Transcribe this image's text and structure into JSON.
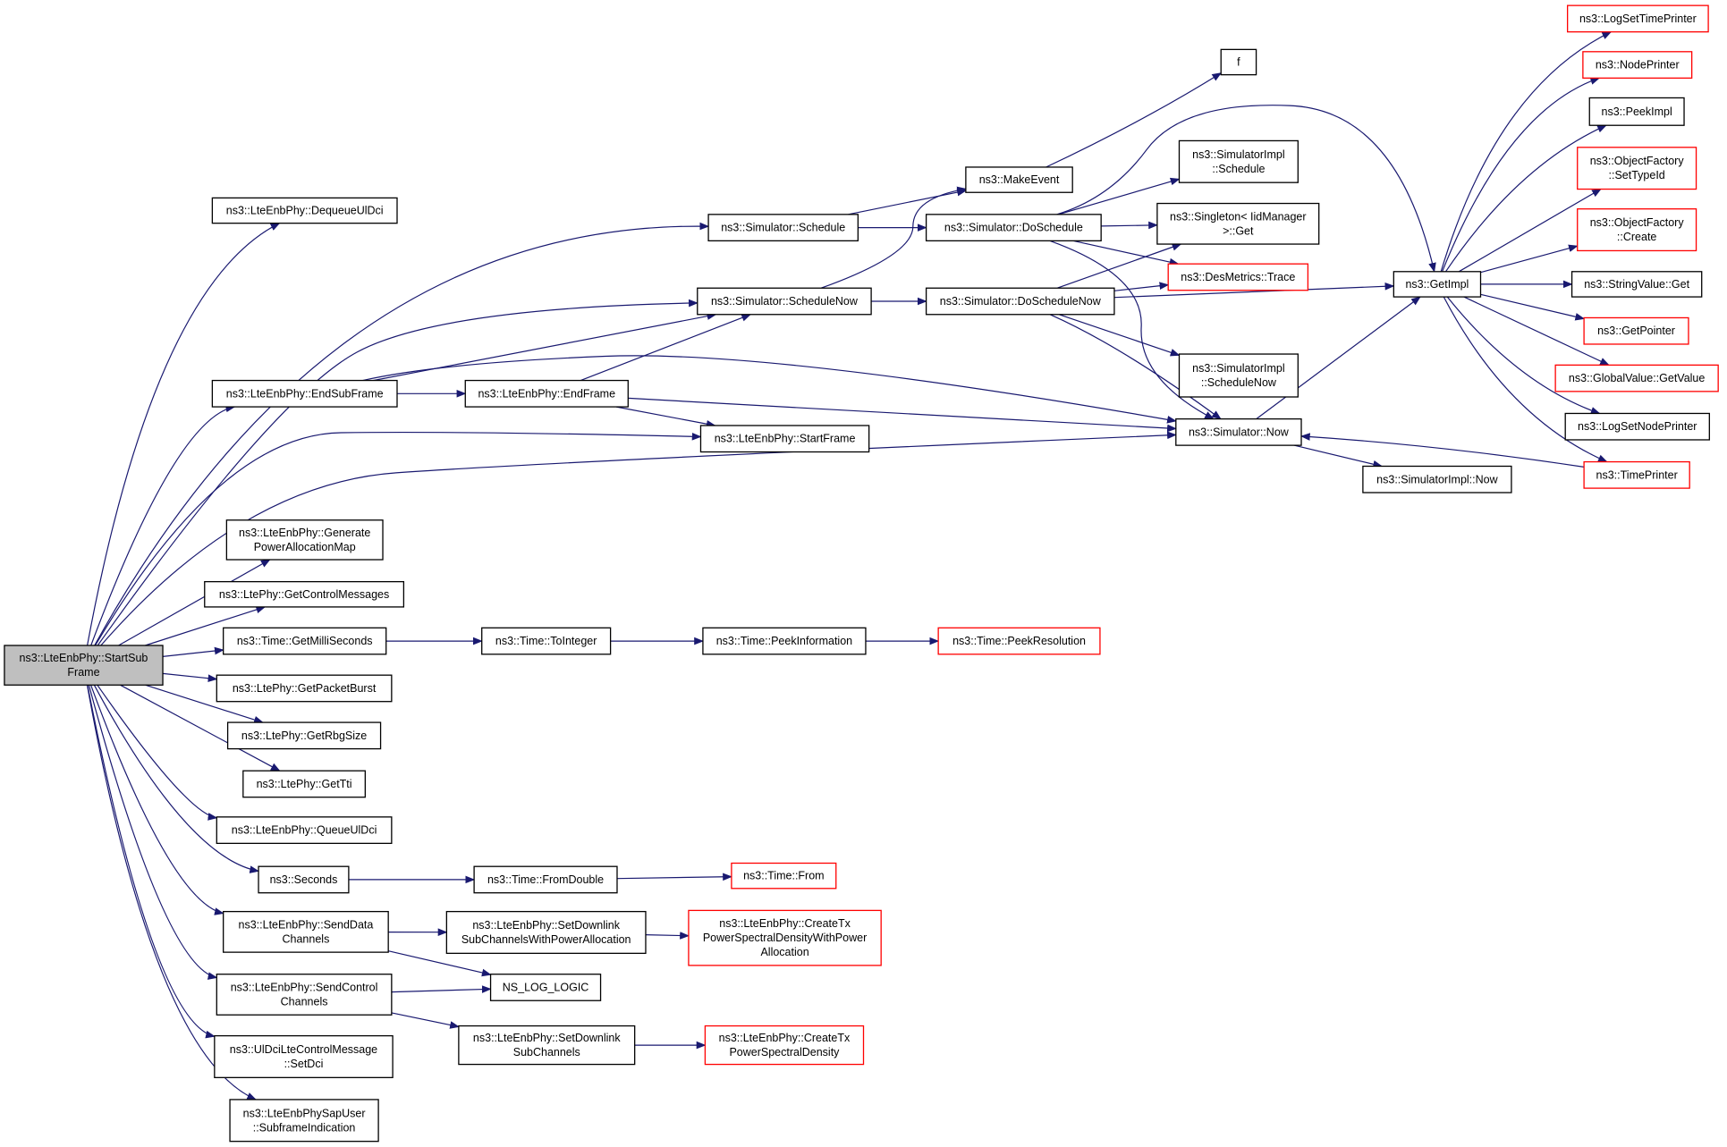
{
  "nodes": [
    {
      "id": "root",
      "lines": [
        "ns3::LteEnbPhy::StartSub",
        "Frame"
      ],
      "status": "root"
    },
    {
      "id": "dequeue",
      "lines": [
        "ns3::LteEnbPhy::DequeueUlDci"
      ],
      "status": "normal"
    },
    {
      "id": "endSubFrame",
      "lines": [
        "ns3::LteEnbPhy::EndSubFrame"
      ],
      "status": "normal"
    },
    {
      "id": "genPower",
      "lines": [
        "ns3::LteEnbPhy::Generate",
        "PowerAllocationMap"
      ],
      "status": "normal"
    },
    {
      "id": "getCtrlMsg",
      "lines": [
        "ns3::LtePhy::GetControlMessages"
      ],
      "status": "normal"
    },
    {
      "id": "getMilli",
      "lines": [
        "ns3::Time::GetMilliSeconds"
      ],
      "status": "normal"
    },
    {
      "id": "getPacketBurst",
      "lines": [
        "ns3::LtePhy::GetPacketBurst"
      ],
      "status": "normal"
    },
    {
      "id": "getRbg",
      "lines": [
        "ns3::LtePhy::GetRbgSize"
      ],
      "status": "normal"
    },
    {
      "id": "getTti",
      "lines": [
        "ns3::LtePhy::GetTti"
      ],
      "status": "normal"
    },
    {
      "id": "queueUl",
      "lines": [
        "ns3::LteEnbPhy::QueueUlDci"
      ],
      "status": "normal"
    },
    {
      "id": "seconds",
      "lines": [
        "ns3::Seconds"
      ],
      "status": "normal"
    },
    {
      "id": "sendData",
      "lines": [
        "ns3::LteEnbPhy::SendData",
        "Channels"
      ],
      "status": "normal"
    },
    {
      "id": "sendCtrl",
      "lines": [
        "ns3::LteEnbPhy::SendControl",
        "Channels"
      ],
      "status": "normal"
    },
    {
      "id": "setDci",
      "lines": [
        "ns3::UlDciLteControlMessage",
        "::SetDci"
      ],
      "status": "normal"
    },
    {
      "id": "subframeInd",
      "lines": [
        "ns3::LteEnbPhySapUser",
        "::SubframeIndication"
      ],
      "status": "normal"
    },
    {
      "id": "schedule",
      "lines": [
        "ns3::Simulator::Schedule"
      ],
      "status": "normal"
    },
    {
      "id": "scheduleNow",
      "lines": [
        "ns3::Simulator::ScheduleNow"
      ],
      "status": "normal"
    },
    {
      "id": "endFrame",
      "lines": [
        "ns3::LteEnbPhy::EndFrame"
      ],
      "status": "normal"
    },
    {
      "id": "startFrame",
      "lines": [
        "ns3::LteEnbPhy::StartFrame"
      ],
      "status": "normal"
    },
    {
      "id": "toInteger",
      "lines": [
        "ns3::Time::ToInteger"
      ],
      "status": "normal"
    },
    {
      "id": "peekInfo",
      "lines": [
        "ns3::Time::PeekInformation"
      ],
      "status": "normal"
    },
    {
      "id": "peekRes",
      "lines": [
        "ns3::Time::PeekResolution"
      ],
      "status": "red"
    },
    {
      "id": "fromDouble",
      "lines": [
        "ns3::Time::FromDouble"
      ],
      "status": "normal"
    },
    {
      "id": "timeFrom",
      "lines": [
        "ns3::Time::From"
      ],
      "status": "red"
    },
    {
      "id": "setDlPower",
      "lines": [
        "ns3::LteEnbPhy::SetDownlink",
        "SubChannelsWithPowerAllocation"
      ],
      "status": "normal"
    },
    {
      "id": "createTxPower",
      "lines": [
        "ns3::LteEnbPhy::CreateTx",
        "PowerSpectralDensityWithPower",
        "Allocation"
      ],
      "status": "red"
    },
    {
      "id": "nsLog",
      "lines": [
        "NS_LOG_LOGIC"
      ],
      "status": "normal"
    },
    {
      "id": "setDl",
      "lines": [
        "ns3::LteEnbPhy::SetDownlink",
        "SubChannels"
      ],
      "status": "normal"
    },
    {
      "id": "createTxPsd",
      "lines": [
        "ns3::LteEnbPhy::CreateTx",
        "PowerSpectralDensity"
      ],
      "status": "red"
    },
    {
      "id": "makeEvent",
      "lines": [
        "ns3::MakeEvent"
      ],
      "status": "normal"
    },
    {
      "id": "f",
      "lines": [
        "f"
      ],
      "status": "normal"
    },
    {
      "id": "doSchedule",
      "lines": [
        "ns3::Simulator::DoSchedule"
      ],
      "status": "normal"
    },
    {
      "id": "doScheduleNow",
      "lines": [
        "ns3::Simulator::DoScheduleNow"
      ],
      "status": "normal"
    },
    {
      "id": "simImplSchedule",
      "lines": [
        "ns3::SimulatorImpl",
        "::Schedule"
      ],
      "status": "normal"
    },
    {
      "id": "singleton",
      "lines": [
        "ns3::Singleton< IidManager",
        ">::Get"
      ],
      "status": "normal"
    },
    {
      "id": "desTrace",
      "lines": [
        "ns3::DesMetrics::Trace"
      ],
      "status": "red"
    },
    {
      "id": "simImplScheduleNow",
      "lines": [
        "ns3::SimulatorImpl",
        "::ScheduleNow"
      ],
      "status": "normal"
    },
    {
      "id": "simNow",
      "lines": [
        "ns3::Simulator::Now"
      ],
      "status": "normal"
    },
    {
      "id": "simImplNow",
      "lines": [
        "ns3::SimulatorImpl::Now"
      ],
      "status": "normal"
    },
    {
      "id": "getImpl",
      "lines": [
        "ns3::GetImpl"
      ],
      "status": "normal"
    },
    {
      "id": "logSetTime",
      "lines": [
        "ns3::LogSetTimePrinter"
      ],
      "status": "red"
    },
    {
      "id": "nodePrinter",
      "lines": [
        "ns3::NodePrinter"
      ],
      "status": "red"
    },
    {
      "id": "peekImpl",
      "lines": [
        "ns3::PeekImpl"
      ],
      "status": "normal"
    },
    {
      "id": "ofSetType",
      "lines": [
        "ns3::ObjectFactory",
        "::SetTypeId"
      ],
      "status": "red"
    },
    {
      "id": "ofCreate",
      "lines": [
        "ns3::ObjectFactory",
        "::Create"
      ],
      "status": "red"
    },
    {
      "id": "stringGet",
      "lines": [
        "ns3::StringValue::Get"
      ],
      "status": "normal"
    },
    {
      "id": "getPointer",
      "lines": [
        "ns3::GetPointer"
      ],
      "status": "red"
    },
    {
      "id": "globalGetValue",
      "lines": [
        "ns3::GlobalValue::GetValue"
      ],
      "status": "red"
    },
    {
      "id": "logSetNode",
      "lines": [
        "ns3::LogSetNodePrinter"
      ],
      "status": "normal"
    },
    {
      "id": "timePrinter",
      "lines": [
        "ns3::TimePrinter"
      ],
      "status": "red"
    }
  ],
  "edges": [
    [
      "root",
      "dequeue"
    ],
    [
      "root",
      "endSubFrame"
    ],
    [
      "root",
      "schedule"
    ],
    [
      "root",
      "scheduleNow"
    ],
    [
      "root",
      "startFrame"
    ],
    [
      "root",
      "simNow"
    ],
    [
      "root",
      "genPower"
    ],
    [
      "root",
      "getCtrlMsg"
    ],
    [
      "root",
      "getMilli"
    ],
    [
      "root",
      "getPacketBurst"
    ],
    [
      "root",
      "getRbg"
    ],
    [
      "root",
      "getTti"
    ],
    [
      "root",
      "queueUl"
    ],
    [
      "root",
      "seconds"
    ],
    [
      "root",
      "sendData"
    ],
    [
      "root",
      "sendCtrl"
    ],
    [
      "root",
      "setDci"
    ],
    [
      "root",
      "subframeInd"
    ],
    [
      "endSubFrame",
      "endFrame"
    ],
    [
      "endSubFrame",
      "scheduleNow"
    ],
    [
      "endSubFrame",
      "simNow"
    ],
    [
      "endFrame",
      "scheduleNow"
    ],
    [
      "endFrame",
      "startFrame"
    ],
    [
      "endFrame",
      "simNow"
    ],
    [
      "schedule",
      "makeEvent"
    ],
    [
      "schedule",
      "doSchedule"
    ],
    [
      "scheduleNow",
      "makeEvent"
    ],
    [
      "scheduleNow",
      "doScheduleNow"
    ],
    [
      "makeEvent",
      "f"
    ],
    [
      "doSchedule",
      "simImplSchedule"
    ],
    [
      "doSchedule",
      "singleton"
    ],
    [
      "doSchedule",
      "desTrace"
    ],
    [
      "doSchedule",
      "getImpl"
    ],
    [
      "doSchedule",
      "simNow"
    ],
    [
      "doScheduleNow",
      "singleton"
    ],
    [
      "doScheduleNow",
      "desTrace"
    ],
    [
      "doScheduleNow",
      "getImpl"
    ],
    [
      "doScheduleNow",
      "simImplScheduleNow"
    ],
    [
      "doScheduleNow",
      "simNow"
    ],
    [
      "simNow",
      "getImpl"
    ],
    [
      "simNow",
      "simImplNow"
    ],
    [
      "getImpl",
      "logSetTime"
    ],
    [
      "getImpl",
      "nodePrinter"
    ],
    [
      "getImpl",
      "peekImpl"
    ],
    [
      "getImpl",
      "ofSetType"
    ],
    [
      "getImpl",
      "ofCreate"
    ],
    [
      "getImpl",
      "stringGet"
    ],
    [
      "getImpl",
      "getPointer"
    ],
    [
      "getImpl",
      "globalGetValue"
    ],
    [
      "getImpl",
      "logSetNode"
    ],
    [
      "getImpl",
      "timePrinter"
    ],
    [
      "timePrinter",
      "simNow"
    ],
    [
      "getMilli",
      "toInteger"
    ],
    [
      "toInteger",
      "peekInfo"
    ],
    [
      "peekInfo",
      "peekRes"
    ],
    [
      "seconds",
      "fromDouble"
    ],
    [
      "fromDouble",
      "timeFrom"
    ],
    [
      "sendData",
      "setDlPower"
    ],
    [
      "sendData",
      "nsLog"
    ],
    [
      "setDlPower",
      "createTxPower"
    ],
    [
      "sendCtrl",
      "nsLog"
    ],
    [
      "sendCtrl",
      "setDl"
    ],
    [
      "setDl",
      "createTxPsd"
    ]
  ],
  "colors": {
    "edge": "#191970",
    "border": "#000000",
    "unresolved_border": "#ff0000",
    "root_fill": "#bfbfbf",
    "background": "#ffffff"
  }
}
